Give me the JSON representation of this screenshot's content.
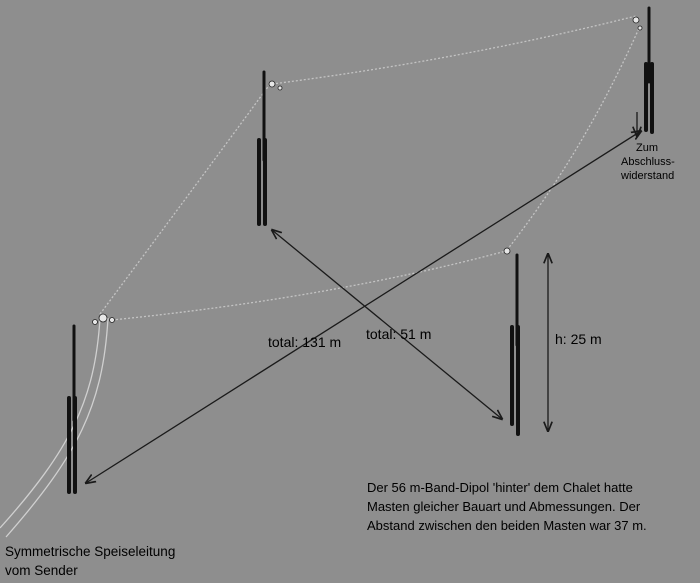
{
  "labels": {
    "total_131": "total: 131 m",
    "total_51": "total: 51 m",
    "height": "h: 25 m",
    "zum_abschluss_line1": "Zum",
    "zum_abschluss_line2": "Abschluss-",
    "zum_abschluss_line3": "widerstand",
    "feed_line1": "Symmetrische Speiseleitung",
    "feed_line2": "vom Sender"
  },
  "note": {
    "line1": "Der 56 m-Band-Dipol 'hinter' dem Chalet hatte",
    "line2": "Masten gleicher Bauart und Abmessungen. Der",
    "line3": "Abstand zwischen den beiden Masten war 37 m."
  },
  "colors": {
    "background": "#8e8e8e",
    "mast": "#111111",
    "wire": "#c4c4c4",
    "arrow": "#1a1a1a"
  }
}
